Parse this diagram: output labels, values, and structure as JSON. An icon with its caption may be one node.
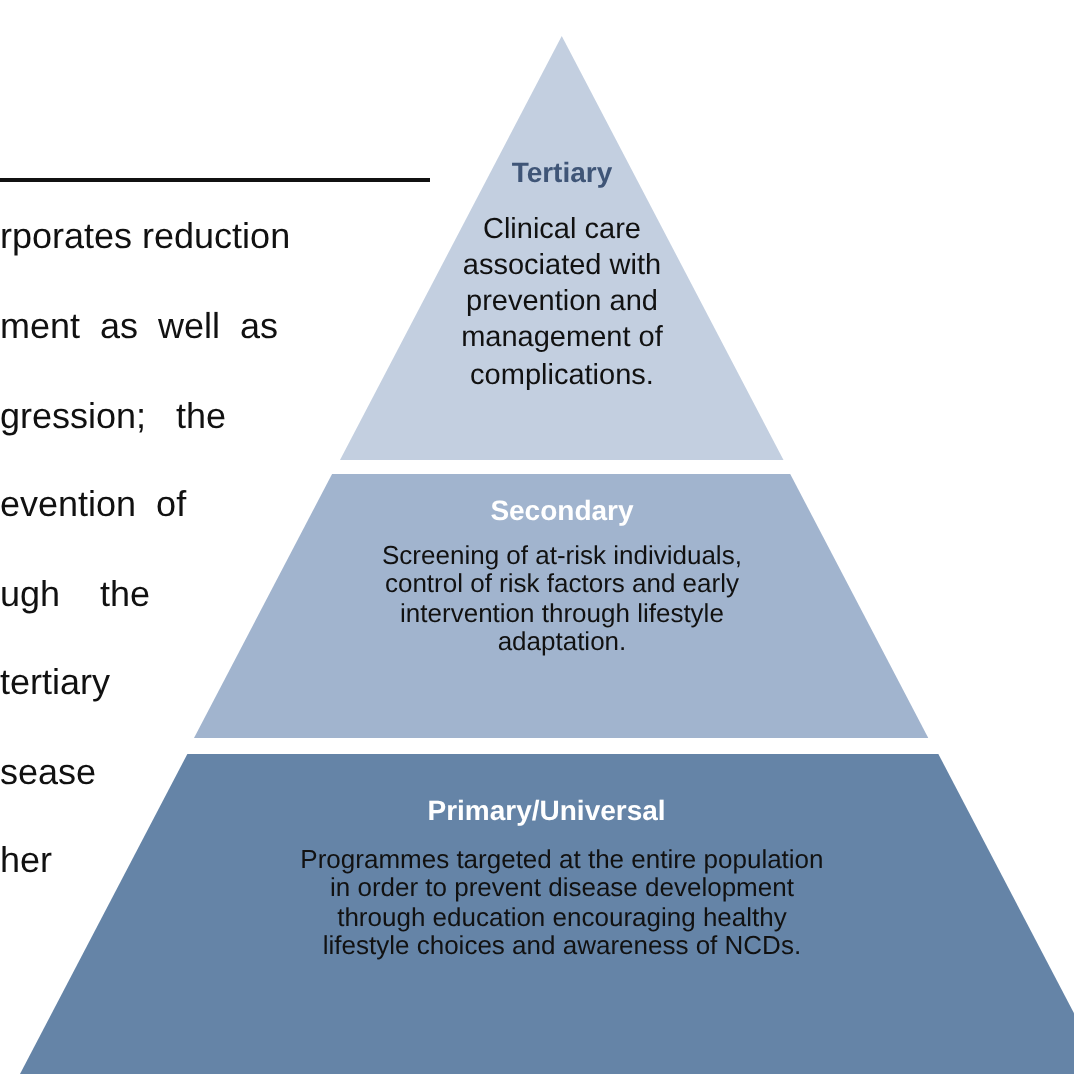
{
  "diagram": {
    "nodes": [
      {
        "text": [
          "Tertiary",
          "Clinical care associated with prevention and management of complications."
        ]
      },
      {
        "text": [
          "Secondary",
          "Screening of at-risk individuals, control of risk factors and early intervention through lifestyle adaptation."
        ]
      },
      {
        "text": [
          "**Primary/Universa**l",
          "Programmes targeted at the entire population in order to prevent disease development through education encouraging healthy lifestyle choices and awareness of NCDs."
        ]
      }
    ],
    "labels": [
      "rporates reduction",
      "ment  as  well  as",
      "gression;   the",
      "evention  of",
      "ugh    the",
      "tertiary",
      "sease",
      "her"
    ]
  }
}
